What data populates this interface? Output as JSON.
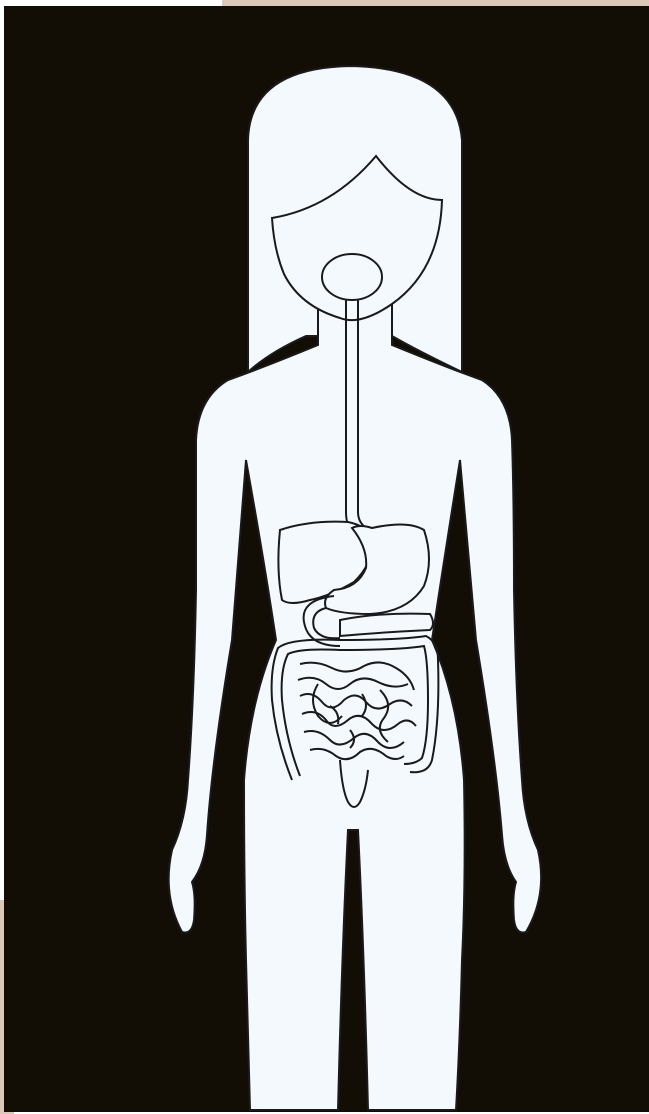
{
  "illustration": {
    "subject": "female-figure-digestive-system",
    "colors": {
      "page": "#ffffff",
      "frame_accent": "#dcc8b8",
      "background": "#120e05",
      "body_fill": "#f4f9fe",
      "outline": "#1a1a1a"
    },
    "organs": [
      "mouth",
      "esophagus",
      "liver",
      "stomach",
      "duodenum",
      "small-intestine",
      "large-intestine",
      "rectum"
    ]
  }
}
